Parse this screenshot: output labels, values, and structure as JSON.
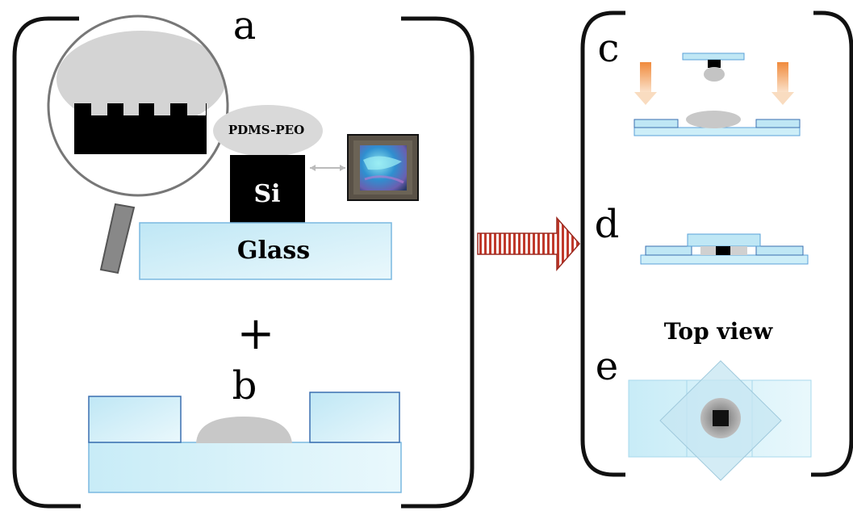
{
  "panels": {
    "a": "a",
    "b": "b",
    "c": "c",
    "d": "d",
    "e": "e"
  },
  "labels": {
    "pdms_peo": "PDMS-PEO",
    "si": "Si",
    "glass": "Glass",
    "plus": "+",
    "top_view": "Top view"
  },
  "colors": {
    "glass": "#bfe7f5",
    "glass_light": "#e8f7fc",
    "glass_edge": "#5aa0d8",
    "droplet": "#cccccc",
    "silicon": "#000000",
    "arrow_orange": "#f0a35a",
    "arrow_stripes": "#c0392b"
  },
  "icons": {
    "magnifier": "magnifying-glass-icon",
    "arrow": "striped-right-arrow-icon"
  }
}
